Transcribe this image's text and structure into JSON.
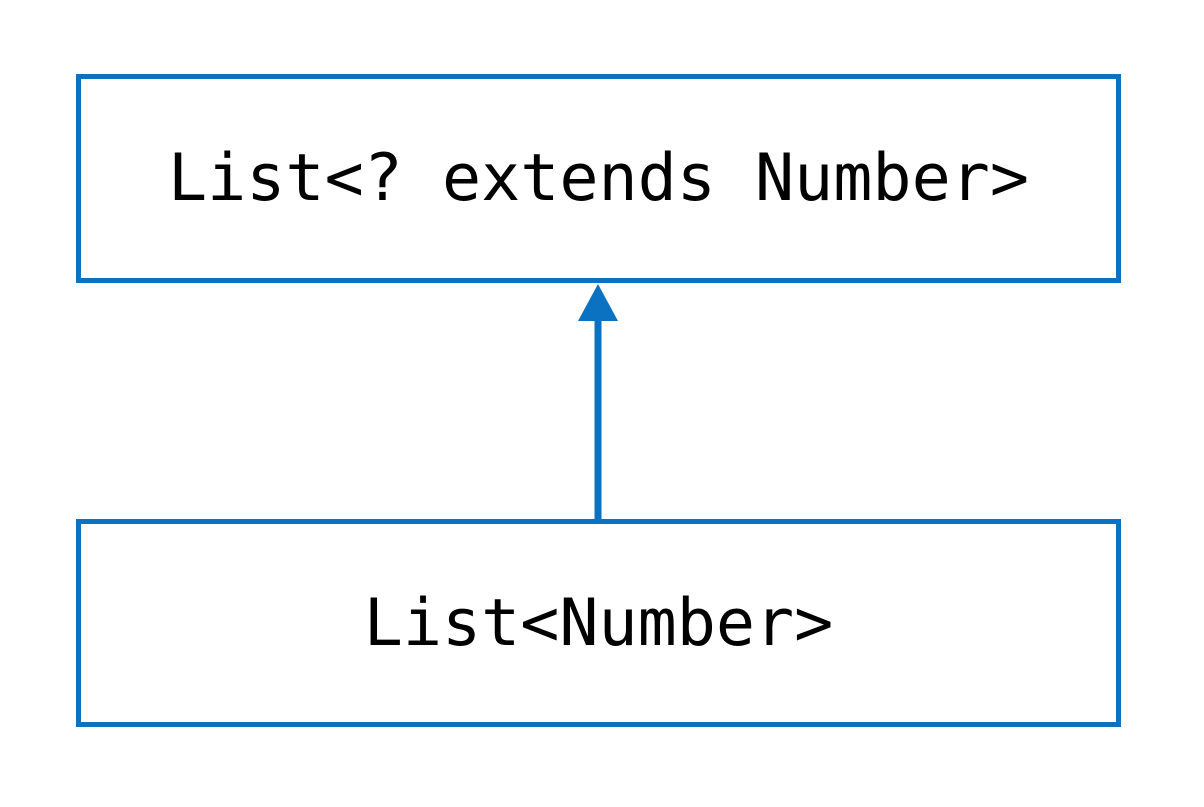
{
  "diagram": {
    "type": "uml-class-diagram",
    "background_color": "#ffffff",
    "accent_color": "#0B72C2",
    "text_color": "#000000",
    "nodes": [
      {
        "id": "supertype",
        "label": "List<? extends Number>",
        "role": "supertype",
        "border_color": "#0B72C2",
        "fill_color": "#ffffff"
      },
      {
        "id": "subtype",
        "label": "List<Number>",
        "role": "subtype",
        "border_color": "#0B72C2",
        "fill_color": "#ffffff"
      }
    ],
    "edges": [
      {
        "id": "generalization",
        "from": "subtype",
        "to": "supertype",
        "relation": "is-a",
        "style": "solid",
        "arrowhead": "filled-triangle",
        "color": "#0B72C2"
      }
    ]
  }
}
